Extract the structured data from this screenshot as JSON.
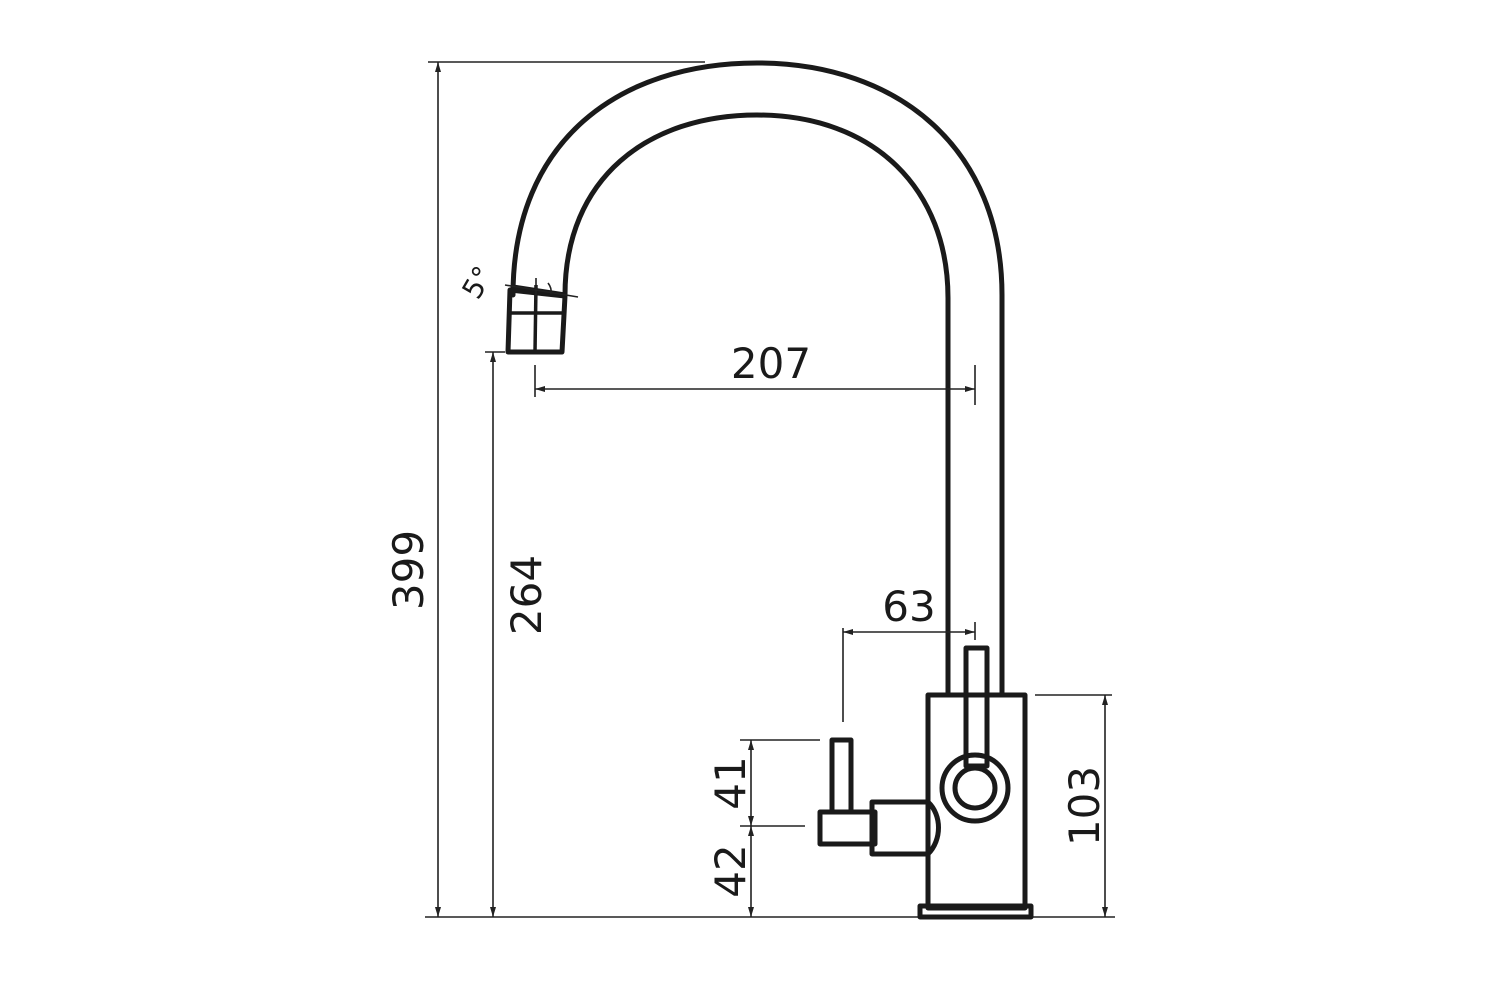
{
  "dimensions": {
    "total_height": "399",
    "spout_height": "264",
    "reach": "207",
    "lever_offset": "63",
    "body_height": "103",
    "handle_upper": "41",
    "handle_lower": "42",
    "angle": "5°"
  }
}
